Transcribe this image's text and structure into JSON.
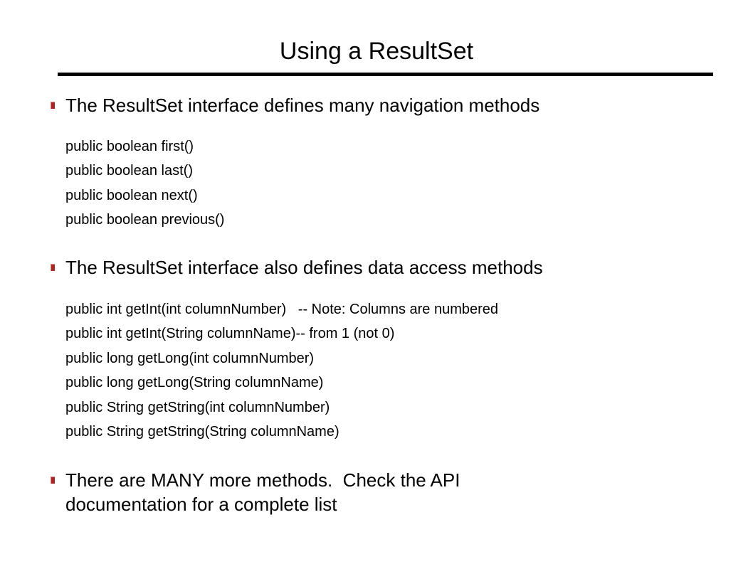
{
  "slide": {
    "title": "Using a ResultSet",
    "colors": {
      "bullet": "#b22222",
      "title_rule": "#000000"
    },
    "sections": [
      {
        "heading": "The ResultSet interface defines many navigation methods",
        "lines": [
          "public boolean first()",
          "public boolean last()",
          "public boolean next()",
          "public boolean previous()"
        ]
      },
      {
        "heading": "The ResultSet interface also defines data access methods",
        "lines": [
          "public int getInt(int columnNumber)   -- Note: Columns are numbered",
          "public int getInt(String columnName)-- from 1 (not 0)",
          "public long getLong(int columnNumber)",
          "public long getLong(String columnName)",
          "public String getString(int columnNumber)",
          "public String getString(String columnName)"
        ]
      },
      {
        "heading_line1": "There are MANY more methods.  Check the API",
        "heading_line2": "documentation for a complete list"
      }
    ]
  }
}
